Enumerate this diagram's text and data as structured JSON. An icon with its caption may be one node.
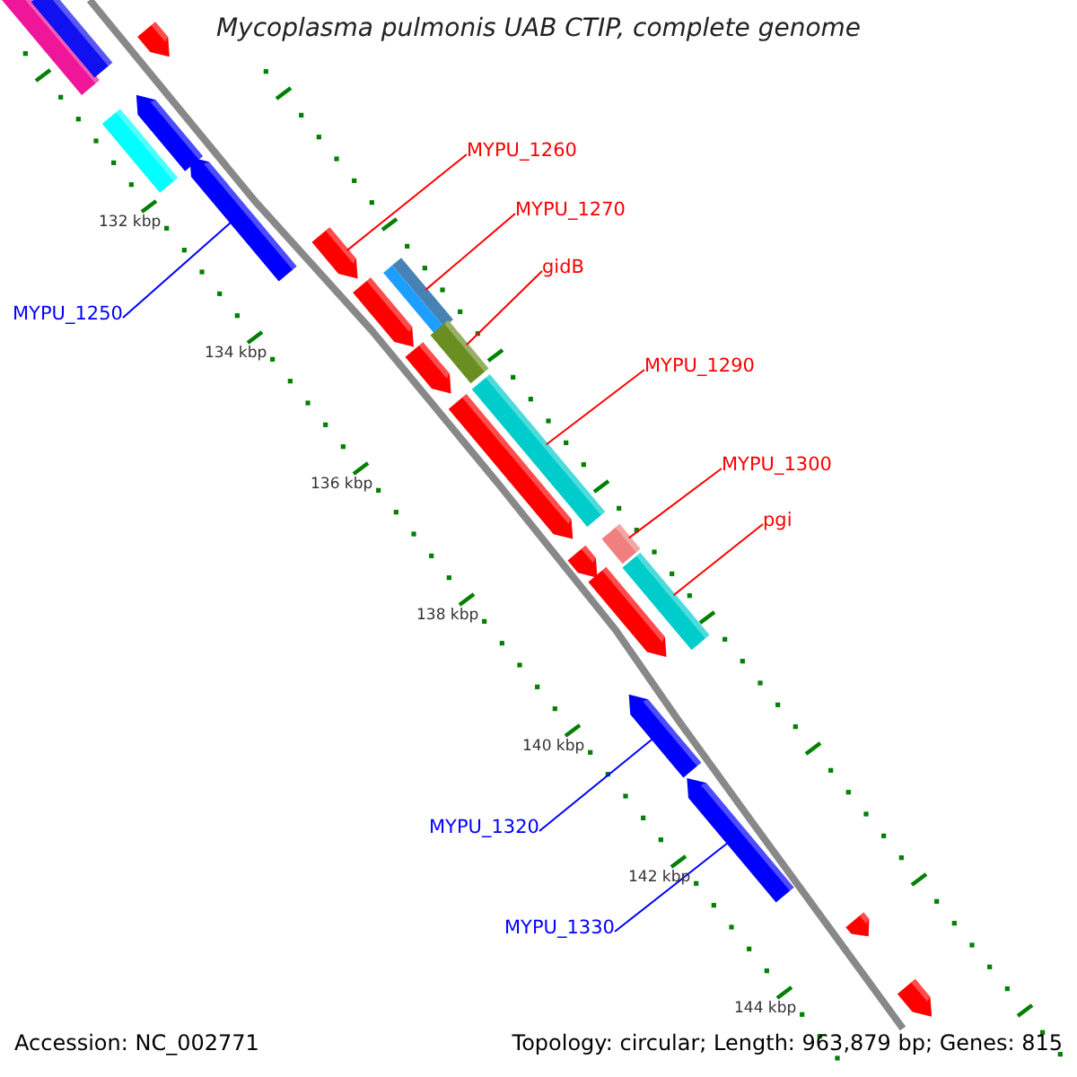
{
  "diagram": {
    "title": "Mycoplasma pulmonis UAB CTIP, complete genome",
    "nodes": [
      {
        "text": [],
        "shape": "bar"
      },
      {
        "text": [],
        "shape": "bar"
      },
      {
        "text": [],
        "shape": "pentagon"
      },
      {
        "text": [],
        "shape": "pentagon"
      },
      {
        "text": [],
        "shape": "bar"
      },
      {
        "text": [],
        "shape": "pentagon"
      },
      {
        "text": [],
        "shape": "pentagon"
      },
      {
        "text": [],
        "shape": "pentagon"
      },
      {
        "text": [],
        "shape": "bar"
      },
      {
        "text": [],
        "shape": "pentagon"
      },
      {
        "text": [],
        "shape": "bar"
      },
      {
        "text": [],
        "shape": "pentagon"
      },
      {
        "text": [],
        "shape": "bar"
      },
      {
        "text": [],
        "shape": "bar"
      },
      {
        "text": [],
        "shape": "pentagon"
      },
      {
        "text": [],
        "shape": "pentagon"
      },
      {
        "text": [],
        "shape": "bar"
      },
      {
        "text": [],
        "shape": "pentagon"
      },
      {
        "text": [],
        "shape": "pentagon"
      },
      {
        "text": [],
        "shape": "pentagon"
      },
      {
        "text": [],
        "shape": "pentagon"
      },
      {
        "text": [
          "MYPU_1260"
        ]
      },
      {
        "text": [
          "MYPU_1270"
        ]
      },
      {
        "text": [
          "gidB"
        ]
      },
      {
        "text": [
          "MYPU_1290"
        ]
      },
      {
        "text": [
          "MYPU_1300"
        ]
      },
      {
        "text": [
          "pgi"
        ]
      },
      {
        "text": [
          "MYPU_1250"
        ]
      },
      {
        "text": [
          "MYPU_1320"
        ]
      },
      {
        "text": [
          "MYPU_1330"
        ]
      }
    ],
    "edges": [
      {
        "from": 21,
        "to": 6,
        "arrow": "none"
      },
      {
        "from": 22,
        "to": 8,
        "arrow": "none"
      },
      {
        "from": 23,
        "to": 10,
        "arrow": "none"
      },
      {
        "from": 24,
        "to": 12,
        "arrow": "none"
      },
      {
        "from": 25,
        "to": 13,
        "arrow": "none"
      },
      {
        "from": 26,
        "to": 16,
        "arrow": "none"
      },
      {
        "from": 27,
        "to": 5,
        "arrow": "none",
        "color": "#0000ff"
      },
      {
        "from": 28,
        "to": 17,
        "arrow": "none",
        "color": "#0000ff"
      },
      {
        "from": 29,
        "to": 18,
        "arrow": "none",
        "color": "#0000ff"
      }
    ],
    "labels": [
      "132 kbp",
      "134 kbp",
      "136 kbp",
      "138 kbp",
      "140 kbp",
      "142 kbp",
      "144 kbp",
      "Accession: NC_002771",
      "Topology: circular; Length: 963,879 bp; Genes: 815"
    ]
  }
}
